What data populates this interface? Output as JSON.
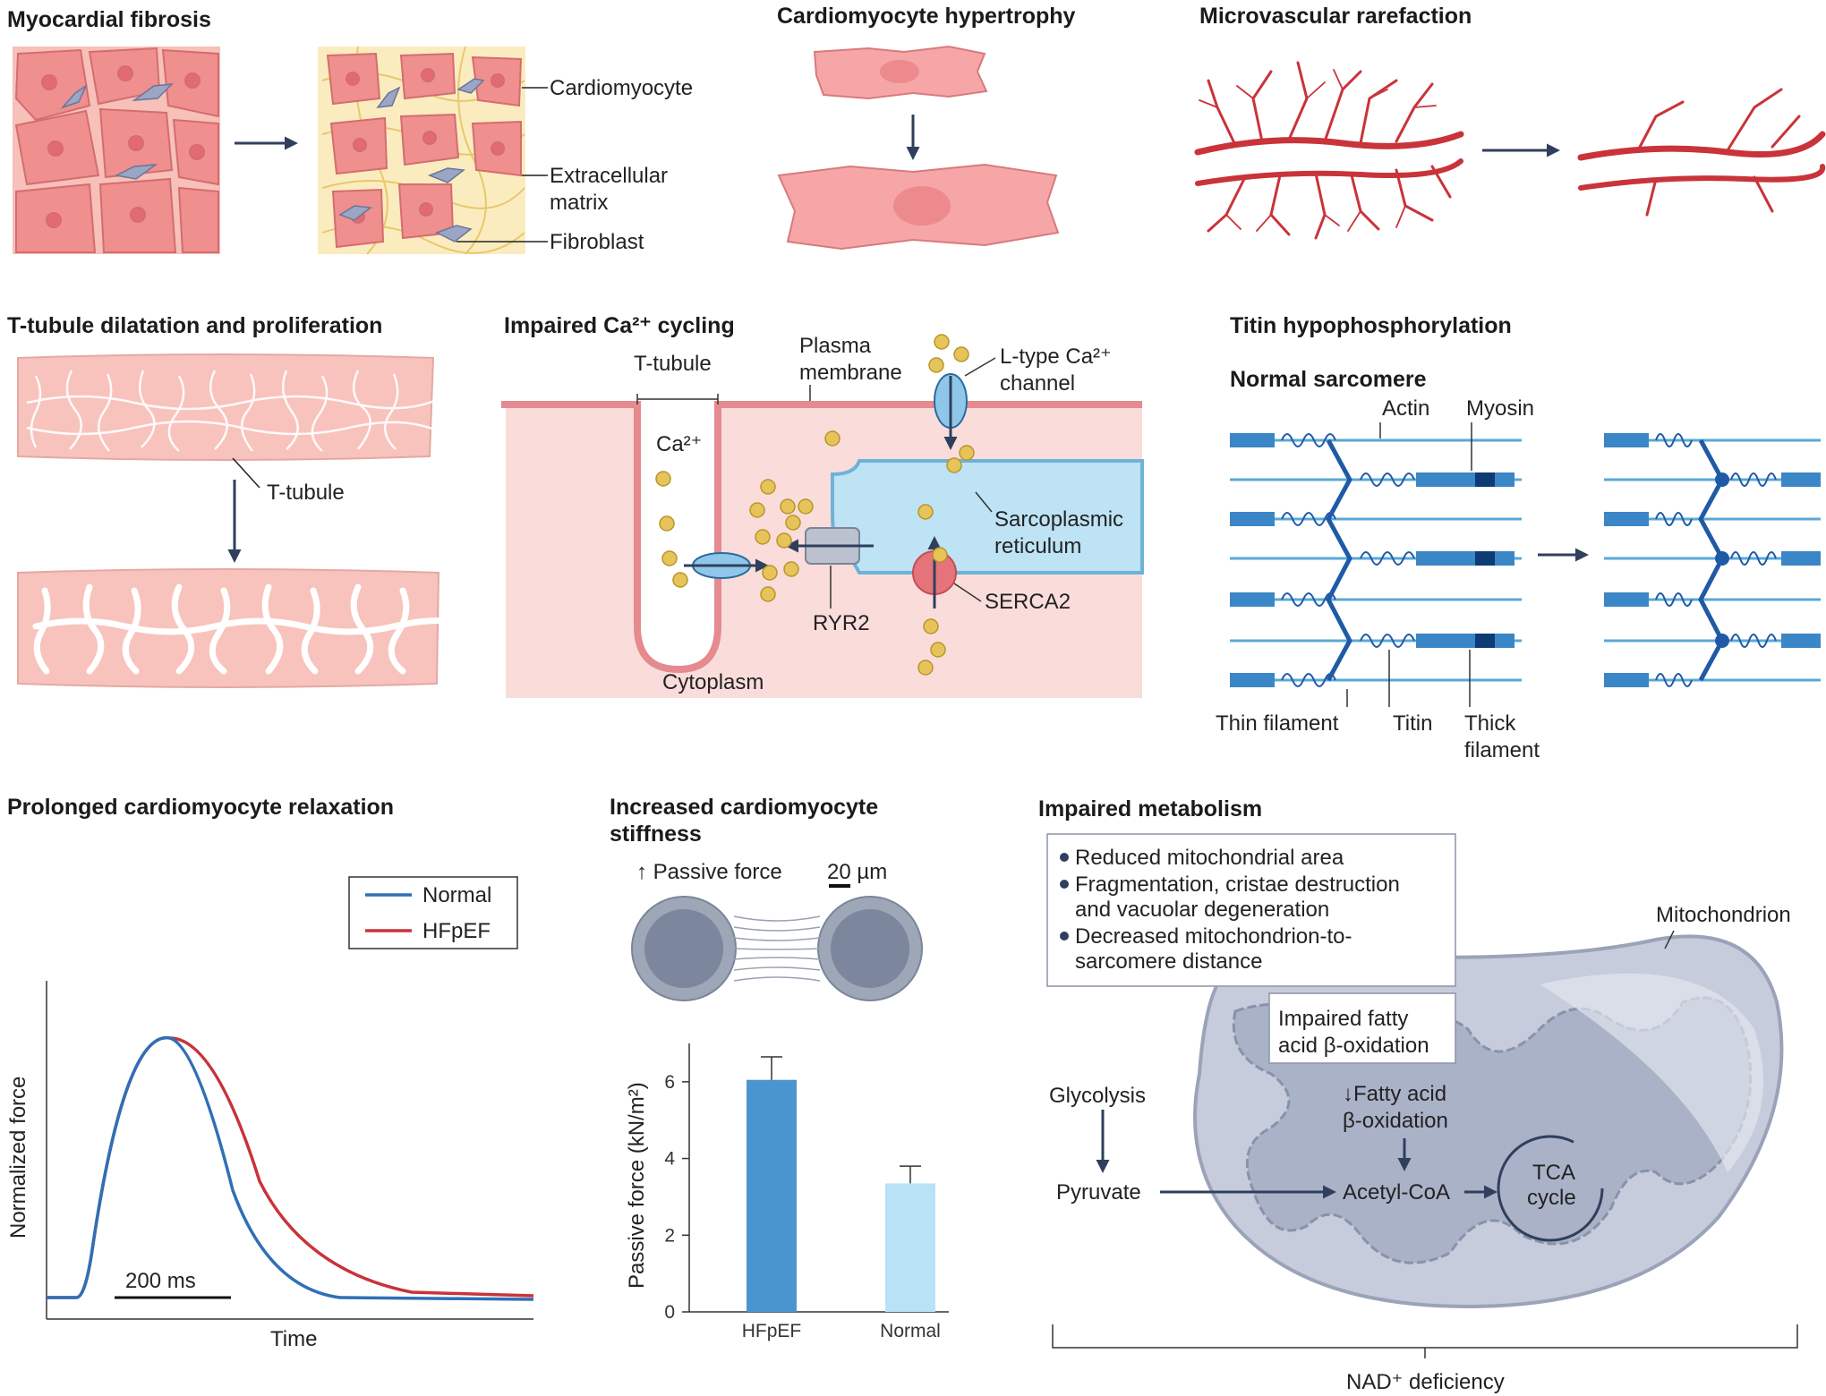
{
  "panels": {
    "fibrosis": {
      "title": "Myocardial fibrosis",
      "labels": [
        "Cardiomyocyte",
        "Extracellular",
        "matrix",
        "Fibroblast"
      ]
    },
    "hypertrophy": {
      "title": "Cardiomyocyte hypertrophy"
    },
    "rarefaction": {
      "title": "Microvascular rarefaction"
    },
    "ttubule": {
      "title": "T-tubule dilatation and proliferation",
      "label": "T-tubule"
    },
    "calcium": {
      "title": "Impaired Ca²⁺ cycling",
      "ttubule": "T-tubule",
      "plasma": [
        "Plasma",
        "membrane"
      ],
      "ltype": [
        "L-type Ca²⁺",
        "channel"
      ],
      "ca": "Ca²⁺",
      "sr": [
        "Sarcoplasmic",
        "reticulum"
      ],
      "ryr2": "RYR2",
      "serca2": "SERCA2",
      "cytoplasm": "Cytoplasm"
    },
    "titin": {
      "title": "Titin hypophosphorylation",
      "subtitle": "Normal sarcomere",
      "actin": "Actin",
      "myosin": "Myosin",
      "thin": "Thin filament",
      "titin": "Titin",
      "thick": [
        "Thick",
        "filament"
      ]
    },
    "relaxation": {
      "title": "Prolonged cardiomyocyte relaxation",
      "legend": [
        "Normal",
        "HFpEF"
      ],
      "ylabel": "Normalized force",
      "xlabel": "Time",
      "scalebar": "200 ms"
    },
    "stiffness": {
      "title": [
        "Increased cardiomyocyte",
        "stiffness"
      ],
      "passive": "↑ Passive force",
      "scale": "20 µm"
    },
    "metabolism": {
      "title": "Impaired metabolism",
      "bullets": [
        "Reduced mitochondrial area",
        "Fragmentation, cristae destruction",
        "and vacuolar degeneration",
        "Decreased mitochondrion-to-",
        "sarcomere distance"
      ],
      "mito": "Mitochondrion",
      "fatty": [
        "Impaired fatty",
        "acid β-oxidation"
      ],
      "glycolysis": "Glycolysis",
      "pyruvate": "Pyruvate",
      "decfatty": [
        "↓Fatty acid",
        "β-oxidation"
      ],
      "acetyl": "Acetyl-CoA",
      "tca": [
        "TCA",
        "cycle"
      ],
      "nad": "NAD⁺ deficiency"
    }
  },
  "chart_data": [
    {
      "type": "line",
      "series": [
        {
          "name": "Normal",
          "color": "#2f6fb6"
        },
        {
          "name": "HFpEF",
          "color": "#c8333a"
        }
      ],
      "xlabel": "Time",
      "ylabel": "Normalized force"
    },
    {
      "type": "bar",
      "categories": [
        "HFpEF",
        "Normal"
      ],
      "values": [
        6.05,
        3.35
      ],
      "errors": [
        0.6,
        0.45
      ],
      "colors": [
        "#4a95cf",
        "#b9e2f7"
      ],
      "ylabel": "Passive force (kN/m²)",
      "yticks": [
        0,
        2,
        4,
        6
      ],
      "ylim": [
        0,
        7
      ]
    }
  ]
}
